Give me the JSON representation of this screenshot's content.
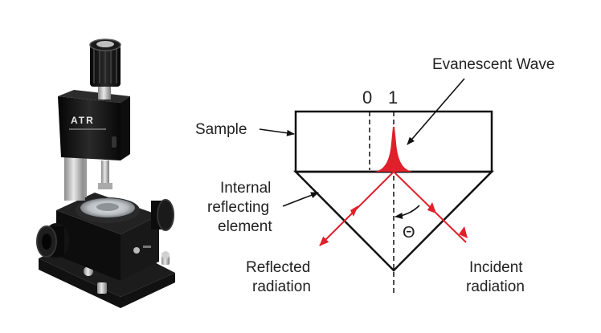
{
  "device": {
    "brand_label": "ATR",
    "colors": {
      "body": "#111111",
      "metal": "#c9c9c9",
      "glass": "#d8dde2"
    }
  },
  "diagram": {
    "labels": {
      "evanescent_wave": "Evanescent Wave",
      "tick_0": "0",
      "tick_1": "1",
      "sample": "Sample",
      "ire_line1": "Internal",
      "ire_line2": "reflecting",
      "ire_line3": "element",
      "theta": "Θ",
      "reflected_line1": "Reflected",
      "reflected_line2": "radiation",
      "incident_line1": "Incident",
      "incident_line2": "radiation"
    },
    "colors": {
      "ray": "#e0202a",
      "outline": "#111111",
      "text": "#222222"
    }
  }
}
